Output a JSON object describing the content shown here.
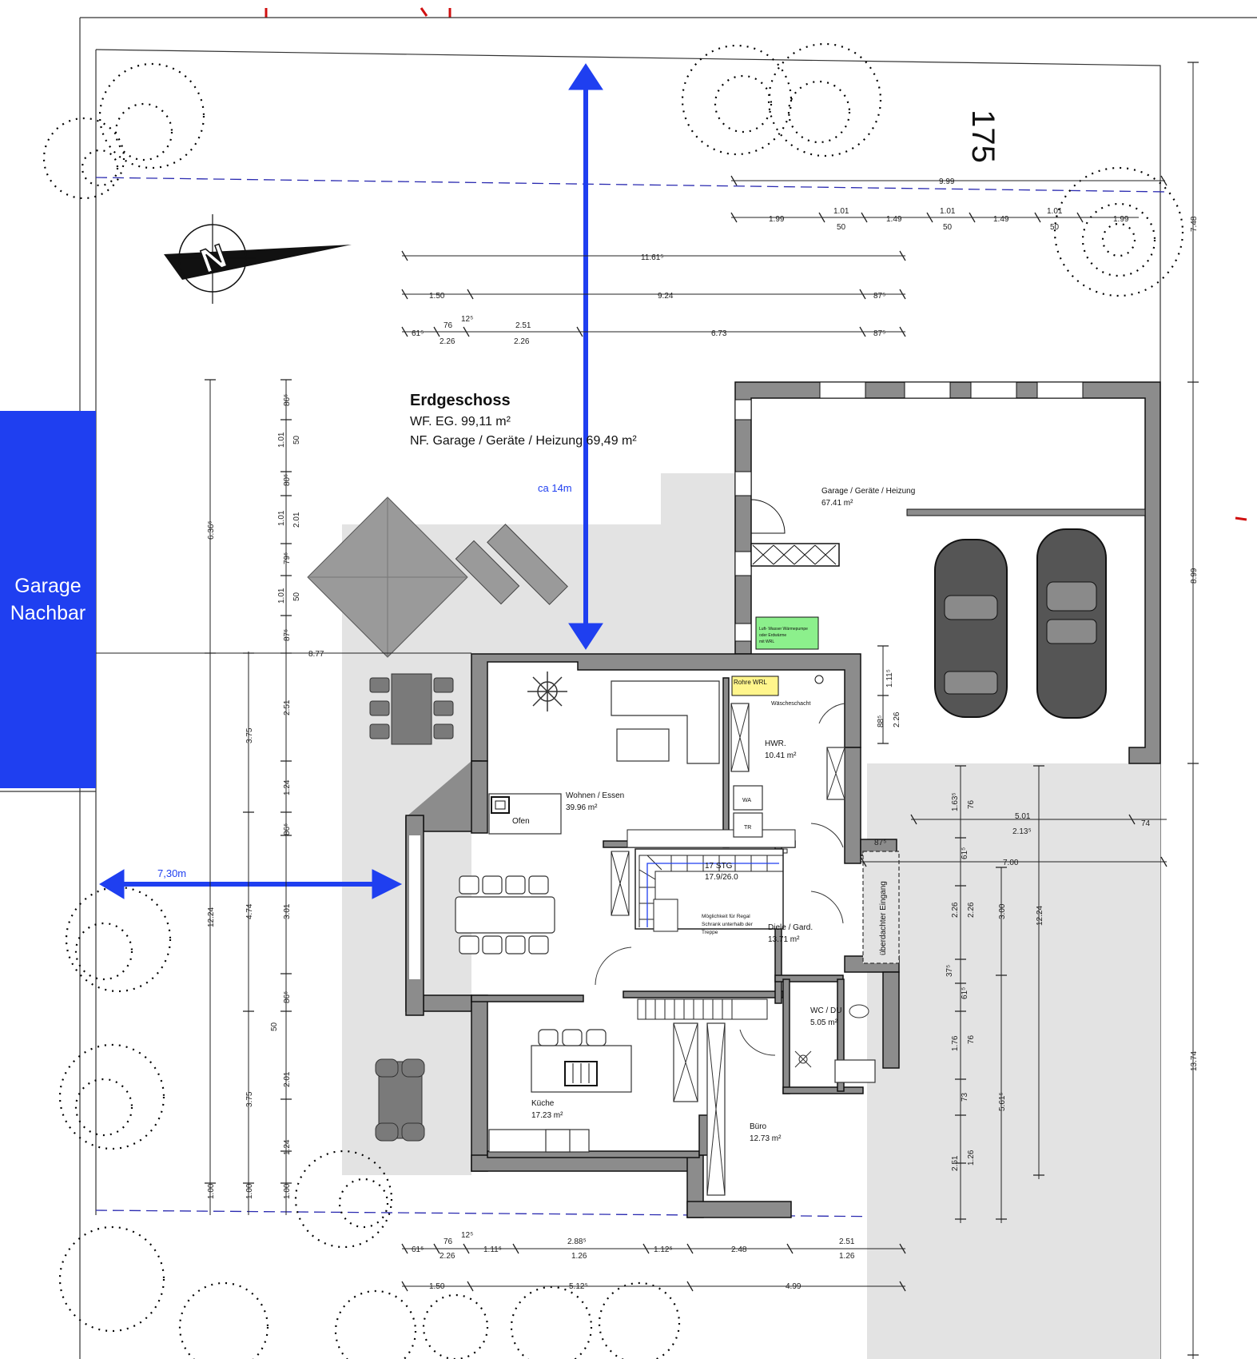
{
  "plan": {
    "title": "Erdgeschoss",
    "wf": "WF. EG. 99,11 m²",
    "nf": "NF. Garage / Geräte / Heizung 69,49 m²",
    "lot_number": "175",
    "neighbor_label_line1": "Garage",
    "neighbor_label_line2": "Nachbar",
    "distance_top": "ca 14m",
    "distance_left": "7,30m",
    "colors": {
      "accent_blue": "#1f3ff0",
      "terrace_grey": "#e3e3e3",
      "heatpump_green": "#8cf08c",
      "pipes_yellow": "#fff58c"
    }
  },
  "rooms": [
    {
      "key": "garage",
      "name": "Garage / Geräte / Heizung",
      "area": "67.41 m²"
    },
    {
      "key": "wohnen",
      "name": "Wohnen / Essen",
      "area": "39.96 m²"
    },
    {
      "key": "hwr",
      "name": "HWR.",
      "area": "10.41 m²"
    },
    {
      "key": "diele",
      "name": "Diele / Gard.",
      "area": "13.71 m²"
    },
    {
      "key": "wc",
      "name": "WC / DU",
      "area": "5.05 m²"
    },
    {
      "key": "kueche",
      "name": "Küche",
      "area": "17.23 m²"
    },
    {
      "key": "buero",
      "name": "Büro",
      "area": "12.73 m²"
    }
  ],
  "labels": {
    "ofen": "Ofen",
    "stairs1": "17 STG",
    "stairs2": "17.9/26.0",
    "rohre": "Rohre WRL",
    "waeschschacht": "Wäscheschacht",
    "heatpump1": "Luft- Wasser Wärmepumpe",
    "heatpump2": "oder Erdwärme",
    "heatpump3": "mit WRL",
    "regal1": "Möglichkeit für Regal",
    "regal2": "Schrank unterhalb der",
    "regal3": "Treppe",
    "entrance": "überdachter Eingang",
    "wa": "WA",
    "tr": "TR"
  },
  "dims": {
    "top": [
      "9.99",
      "1.99",
      "1.01",
      "50",
      "1.49",
      "1.01",
      "50",
      "1.49",
      "1.01",
      "50",
      "1.99",
      "11.61⁵",
      "1.50",
      "9.24",
      "87⁵",
      "61⁵",
      "76",
      "2.26",
      "12⁵",
      "2.51",
      "2.26",
      "6.73",
      "87⁵"
    ],
    "right": [
      "7.48",
      "8.99",
      "13.74"
    ],
    "left_outer": [
      "6.36⁵",
      "12.24",
      "1.00"
    ],
    "left_mid": [
      "3.75",
      "4.74",
      "3.75",
      "1.00"
    ],
    "left_inner": [
      "86⁵",
      "1.01",
      "50",
      "80⁵",
      "1.01",
      "2.01",
      "79⁵",
      "1.01",
      "50",
      "87⁵",
      "2.51",
      "1.24",
      "86⁵",
      "3.01",
      "86⁵",
      "50",
      "2.01",
      "1.24",
      "1.00"
    ],
    "horizontal_misc": [
      "8.77",
      "1.11⁵",
      "88⁵",
      "2.26",
      "5.01",
      "2.13⁵",
      "74",
      "87⁵",
      "7.00",
      "61⁵",
      "1.63⁵",
      "76"
    ],
    "right_column": [
      "2.26",
      "2.26",
      "3.00",
      "12.24",
      "37⁵",
      "61⁵",
      "1.76",
      "76",
      "73",
      "5.61⁵",
      "2.51",
      "1.26"
    ],
    "bottom": [
      "61⁵",
      "76",
      "2.26",
      "12⁵",
      "1.11⁵",
      "2.88⁵",
      "1.26",
      "1.12⁵",
      "2.48",
      "2.51",
      "1.26",
      "1.50",
      "5.12⁵",
      "4.99"
    ]
  }
}
